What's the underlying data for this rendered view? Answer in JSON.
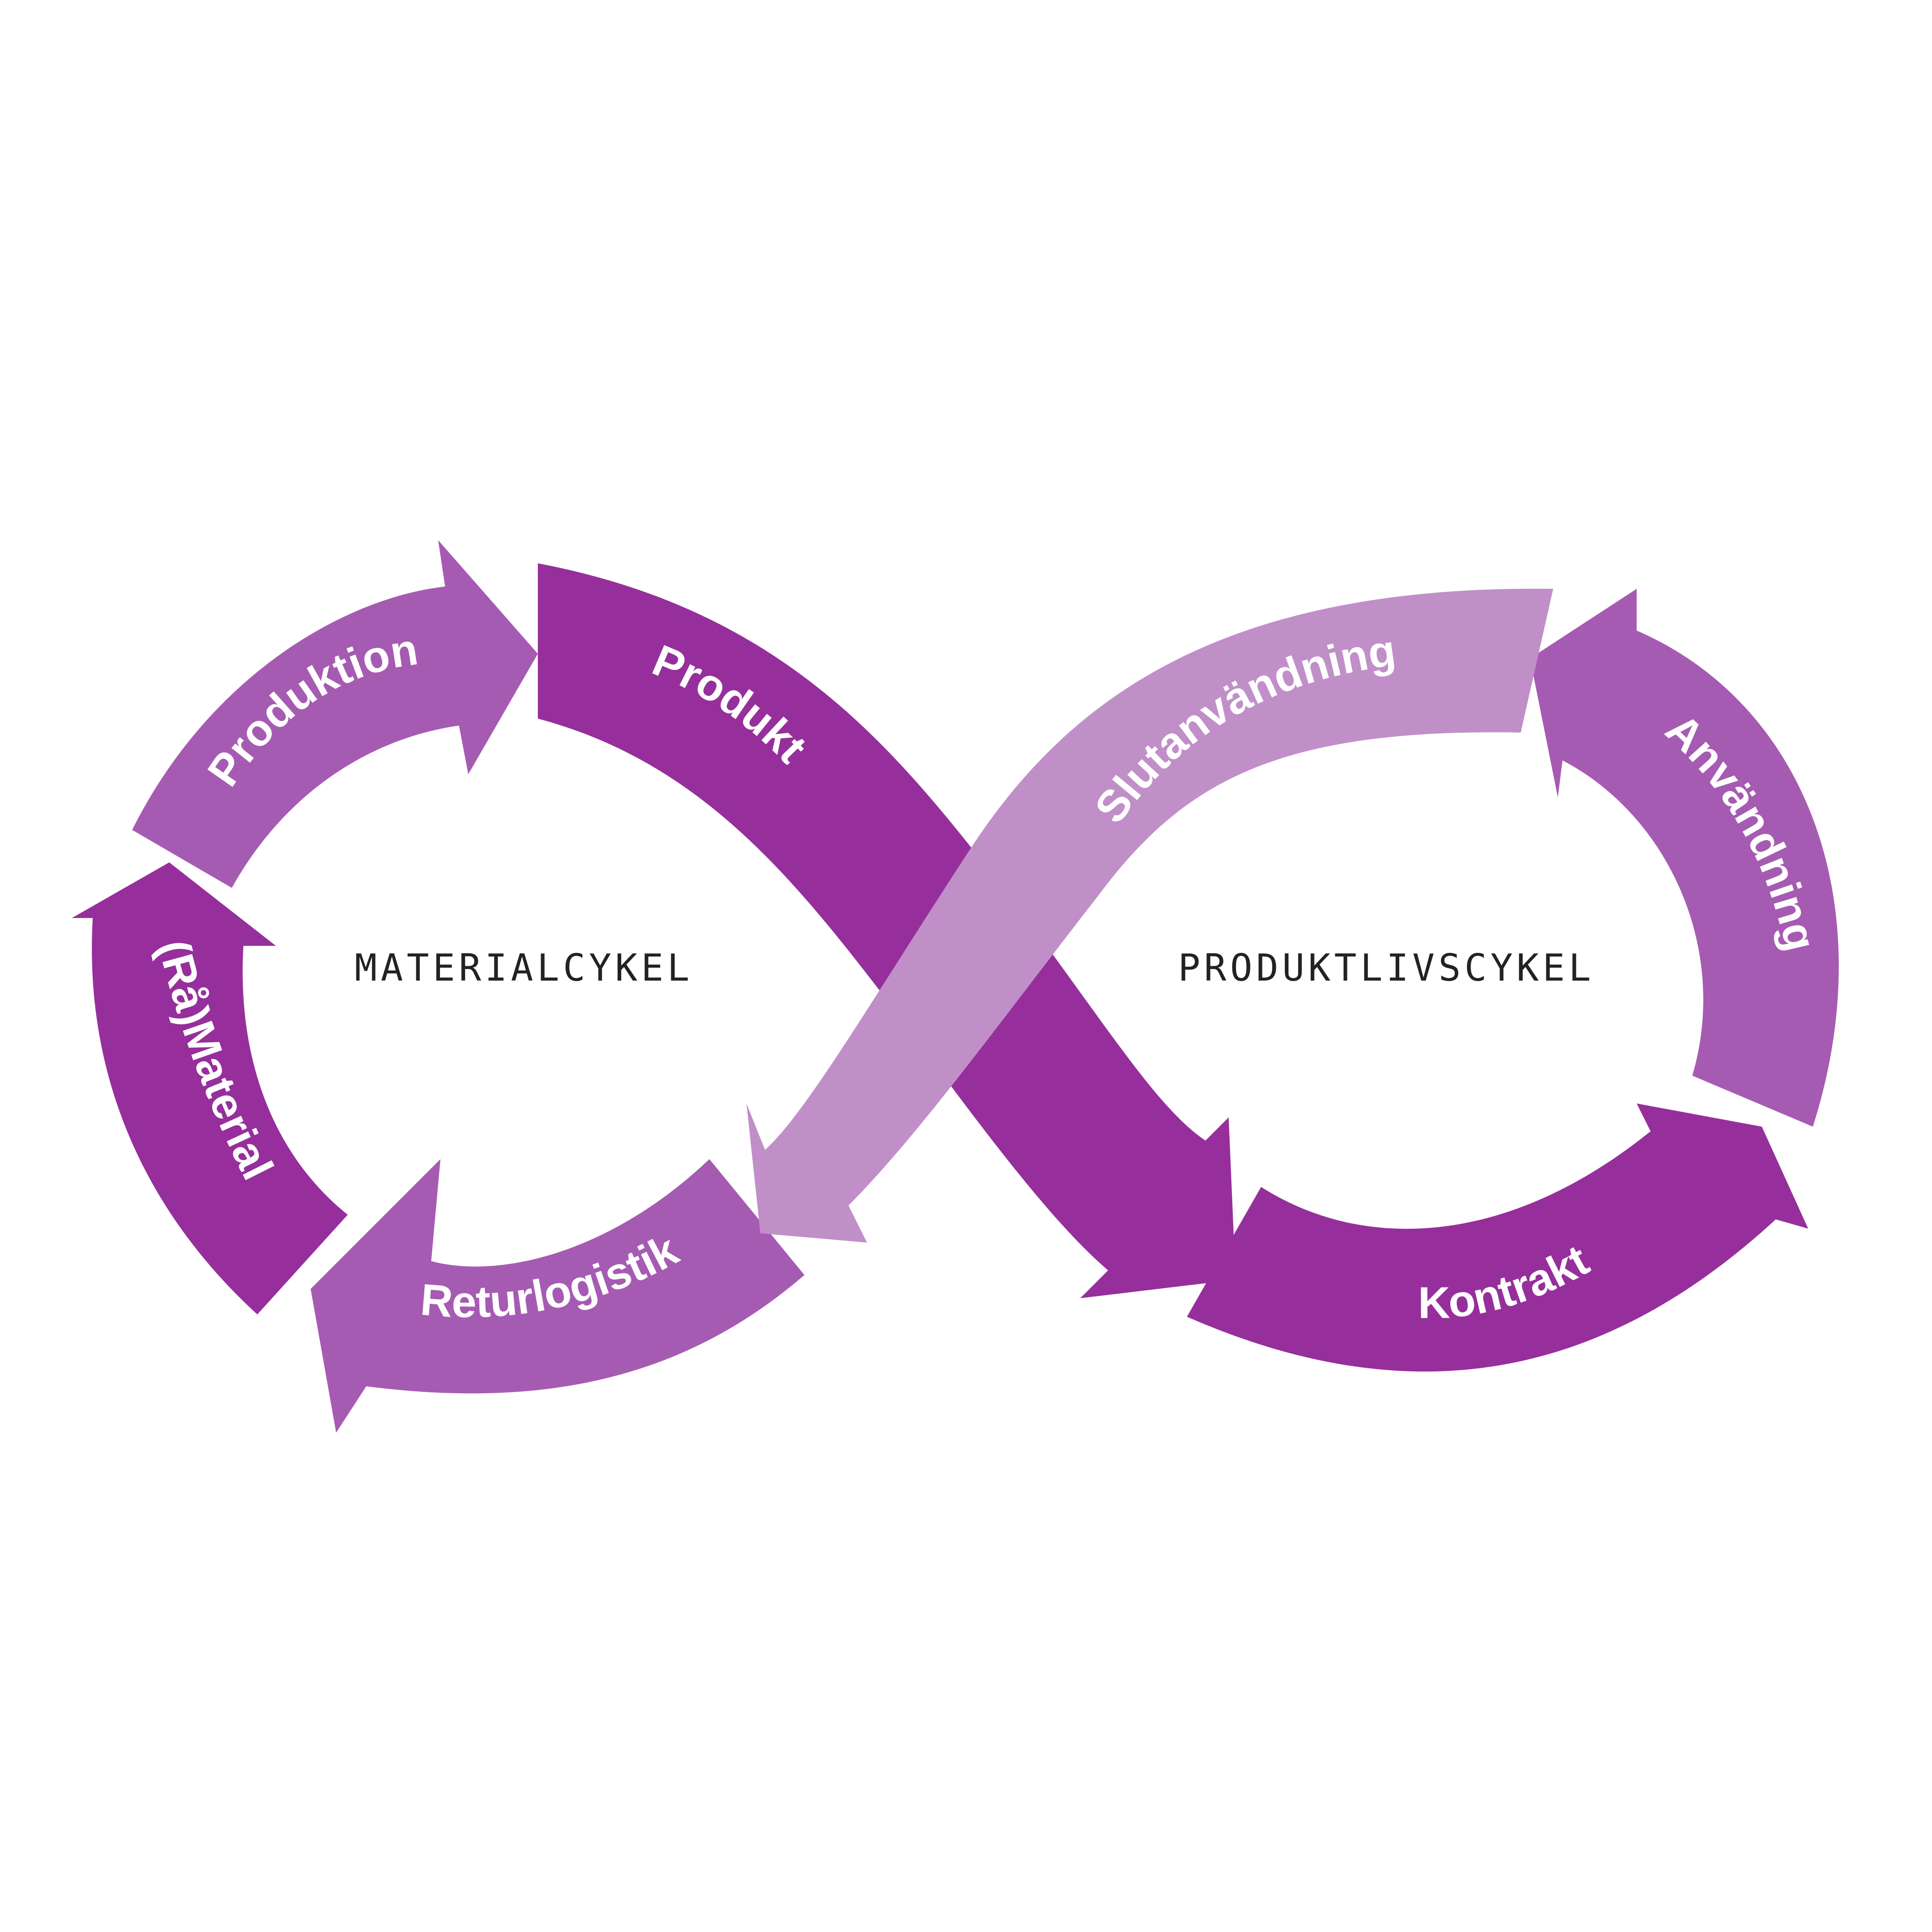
{
  "colors": {
    "dark": "#962f9c",
    "medium": "#a65bb2",
    "light": "#c08fc8",
    "text": "#ffffff",
    "cycle_text": "#222222"
  },
  "cycles": {
    "left": "MATERIALCYKEL",
    "right": "PRODUKTLIVSCYKEL"
  },
  "steps": {
    "produktion": "Produktion",
    "produkt": "Produkt",
    "slutanvandning": "Slutanvändning",
    "anvandning": "Användning",
    "kontrakt": "Kontrakt",
    "returlogistik": "Returlogistik",
    "ramaterial": "(Rå)Material"
  }
}
